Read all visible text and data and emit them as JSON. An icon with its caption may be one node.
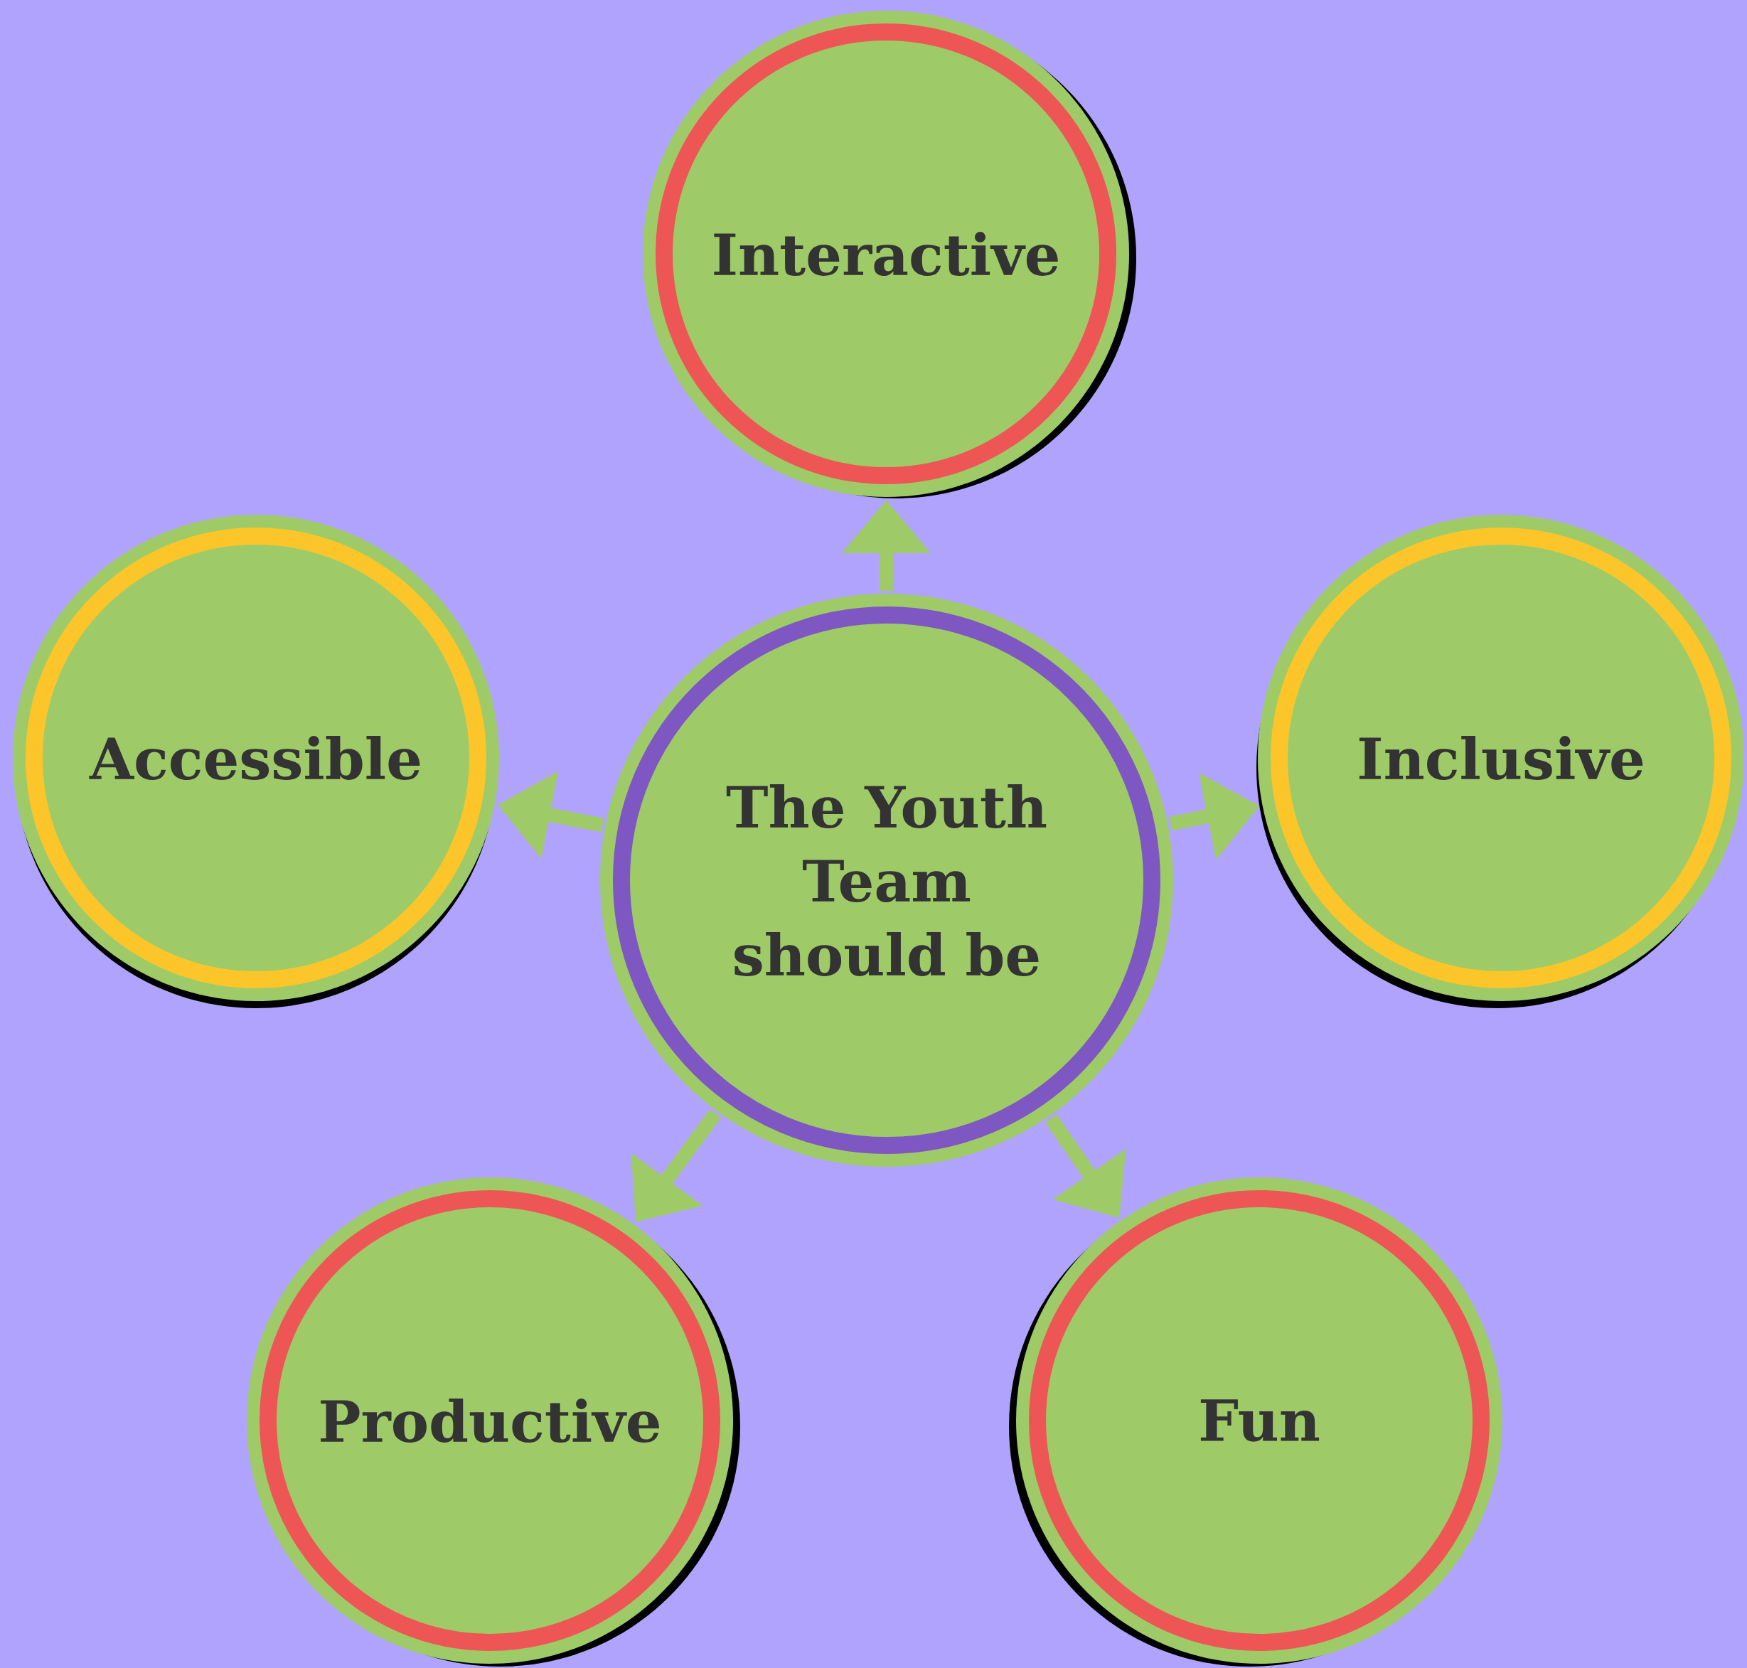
{
  "diagram": {
    "nodes": [
      {
        "text": [
          "The Youth Team should be"
        ]
      },
      {
        "text": [
          "Interactive"
        ]
      },
      {
        "text": [
          "Accessible"
        ]
      },
      {
        "text": [
          "Inclusive"
        ]
      },
      {
        "text": [
          "Productive"
        ]
      },
      {
        "text": [
          "Fun"
        ]
      }
    ],
    "edges": [
      {
        "from": 0,
        "to": 1,
        "arrow": "to"
      },
      {
        "from": 0,
        "to": 2,
        "arrow": "to"
      },
      {
        "from": 0,
        "to": 3,
        "arrow": "to"
      },
      {
        "from": 0,
        "to": 4,
        "arrow": "to"
      },
      {
        "from": 0,
        "to": 5,
        "arrow": "to"
      }
    ]
  }
}
